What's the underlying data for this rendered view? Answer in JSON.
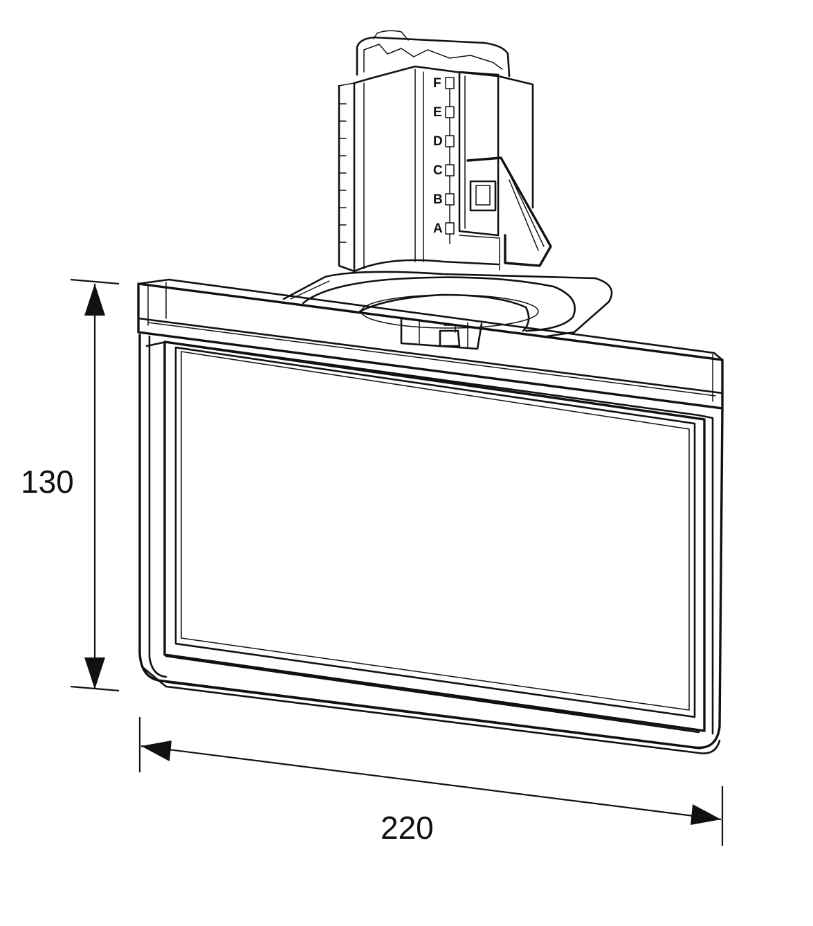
{
  "dimensions": {
    "height_label": "130",
    "width_label": "220"
  },
  "adapter": {
    "terminal_labels": [
      "F",
      "E",
      "D",
      "C",
      "B",
      "A"
    ]
  }
}
